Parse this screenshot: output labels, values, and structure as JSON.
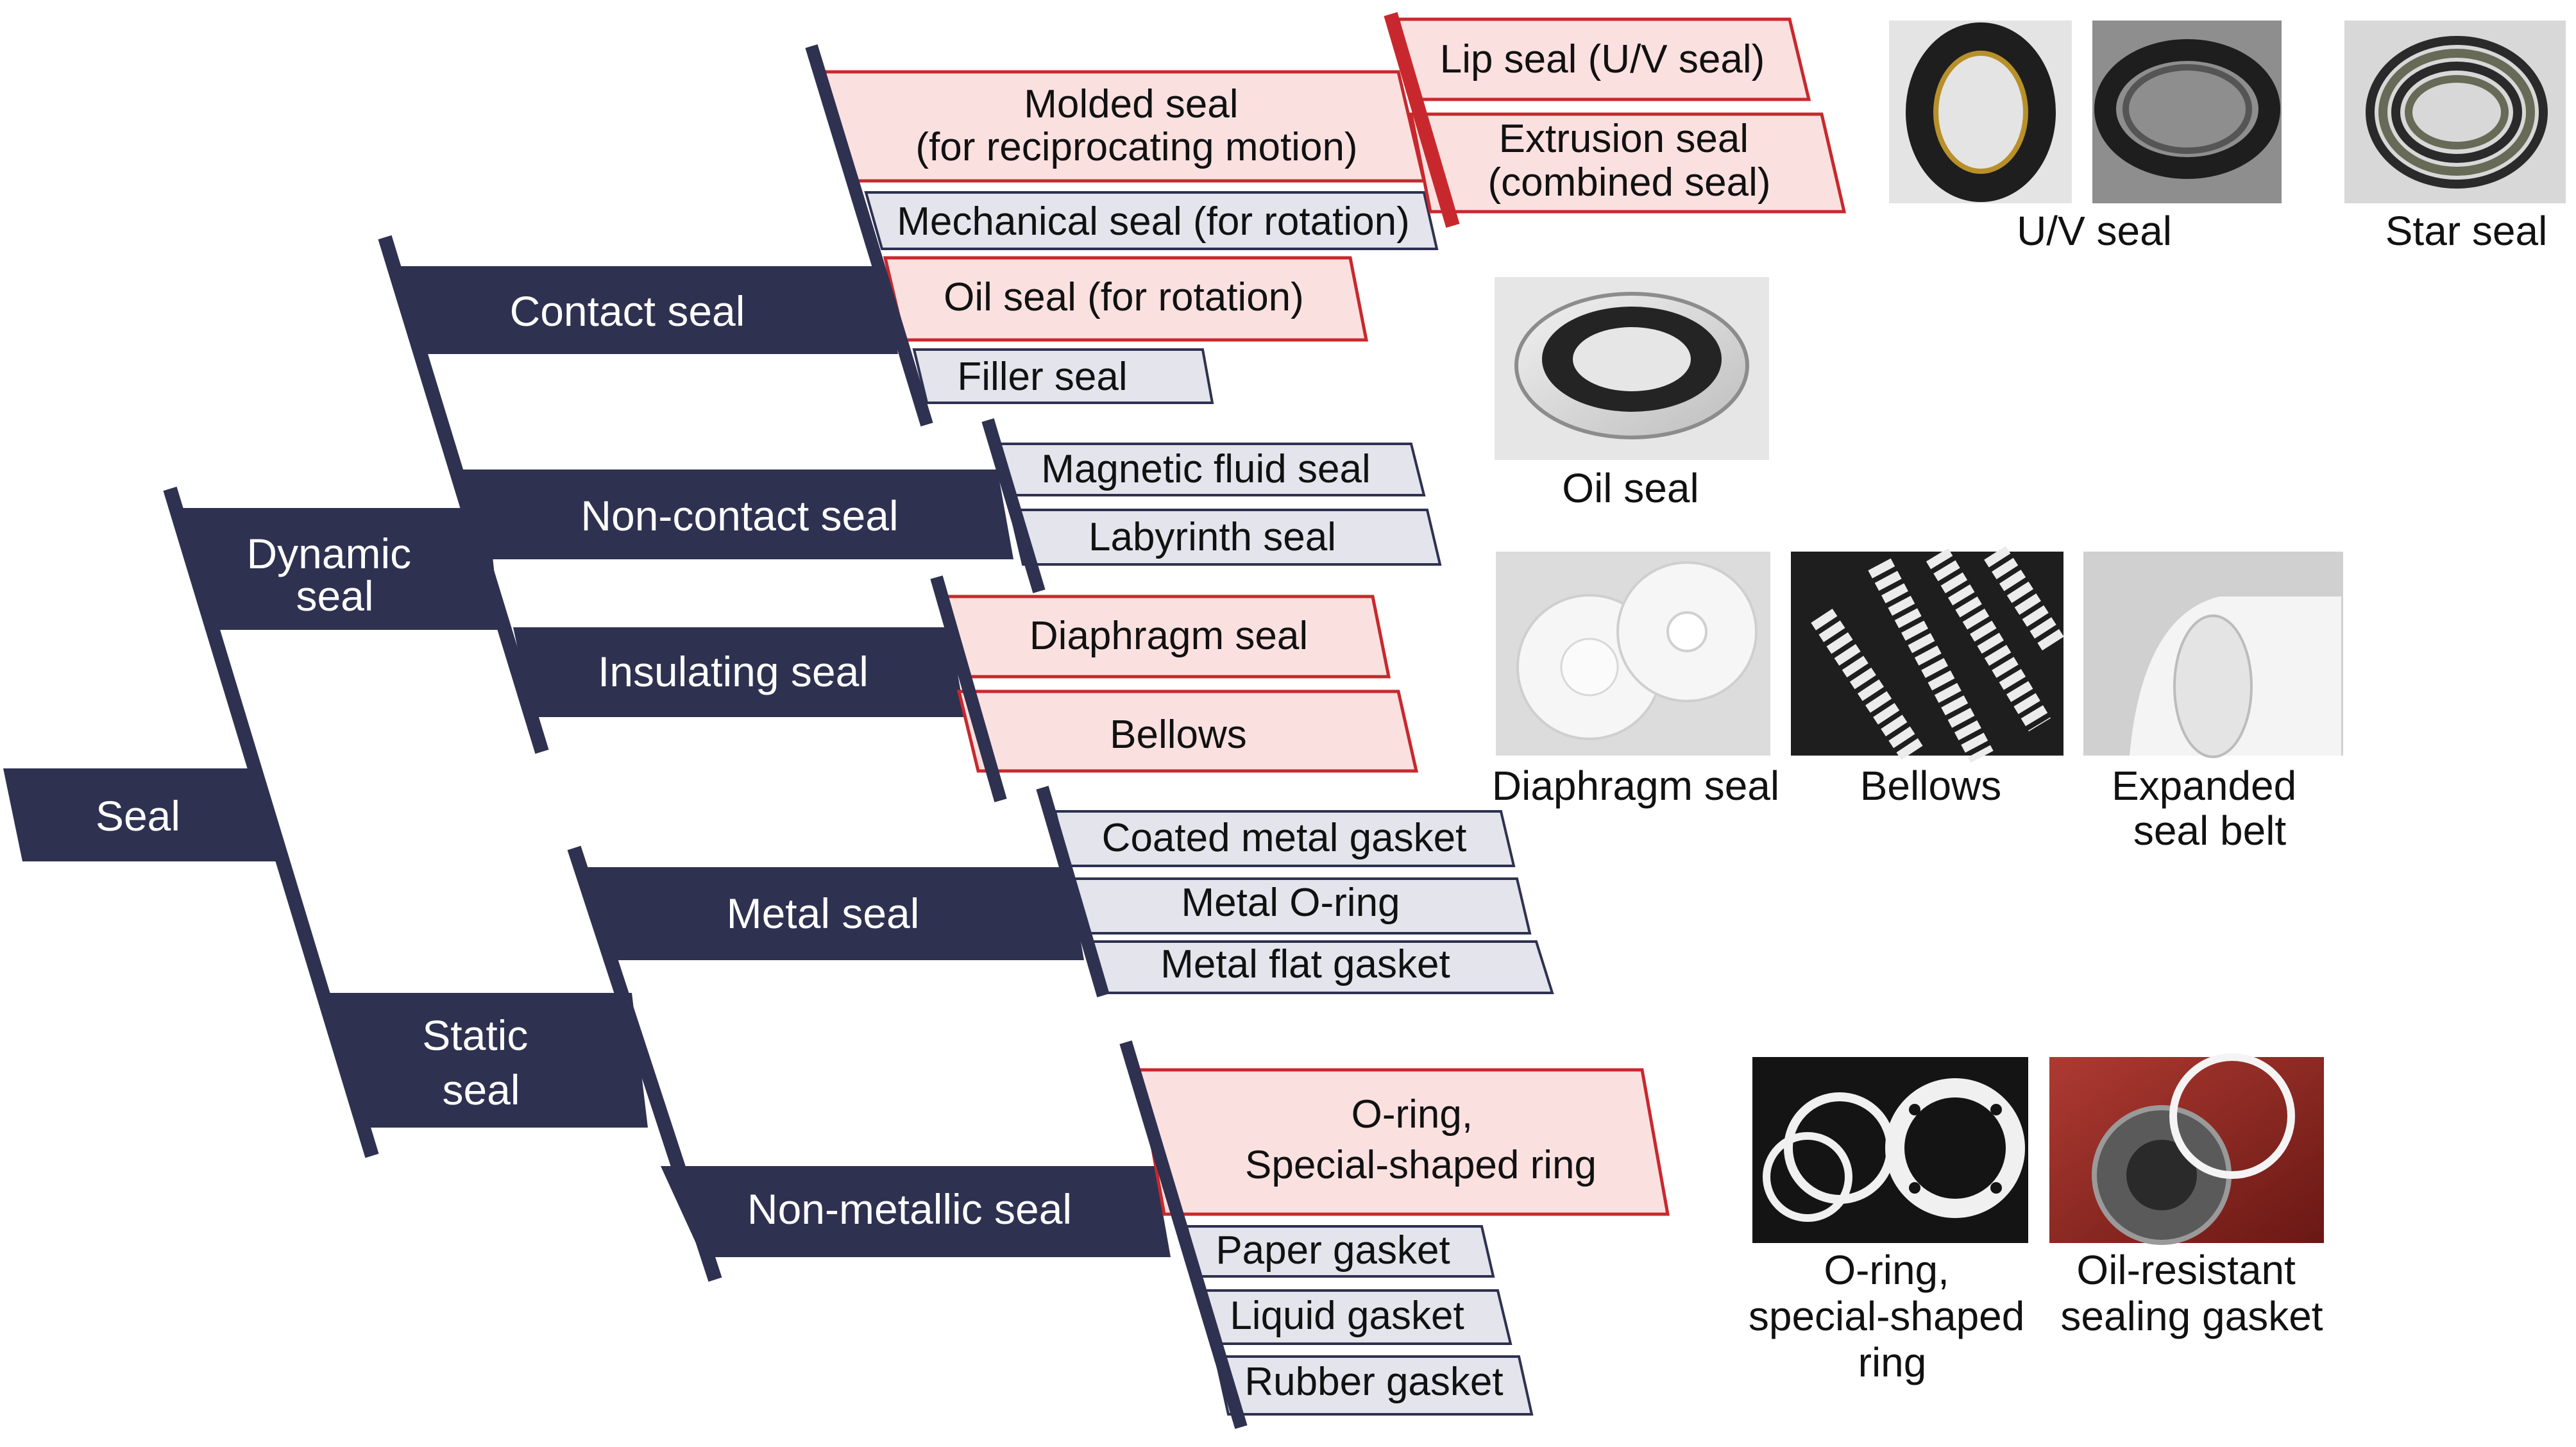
{
  "tree": {
    "root": "Seal",
    "level1": {
      "dynamic": "Dynamic seal",
      "static": "Static seal"
    },
    "level2": {
      "contact": "Contact seal",
      "non_contact": "Non-contact seal",
      "insulating": "Insulating seal",
      "metal": "Metal seal",
      "non_metallic": "Non-metallic seal"
    },
    "leaves": {
      "molded": [
        "Molded seal",
        "(for reciprocating motion)"
      ],
      "mechanical": "Mechanical seal (for rotation)",
      "oil": "Oil seal (for rotation)",
      "filler": "Filler seal",
      "lip": "Lip seal (U/V seal)",
      "extrusion": [
        "Extrusion seal",
        "(combined seal)"
      ],
      "magnetic": "Magnetic fluid seal",
      "labyrinth": "Labyrinth seal",
      "diaphragm": "Diaphragm seal",
      "bellows": "Bellows",
      "coated": "Coated metal gasket",
      "metal_oring": "Metal O-ring",
      "metal_flat": "Metal flat gasket",
      "oring": [
        "O-ring,",
        "Special-shaped ring"
      ],
      "paper": "Paper gasket",
      "liquid": "Liquid gasket",
      "rubber": "Rubber gasket"
    }
  },
  "photos": {
    "uv_seal": "U/V seal",
    "star_seal": "Star seal",
    "oil_seal": "Oil seal",
    "diaphragm": "Diaphragm seal",
    "bellows": "Bellows",
    "expanded": [
      "Expanded",
      "seal belt"
    ],
    "oring": [
      "O-ring,",
      "special-shaped",
      "ring"
    ],
    "oil_resistant": [
      "Oil-resistant",
      "sealing gasket"
    ]
  },
  "colors": {
    "dark_box": "#2e3150",
    "light_box": "#e3e4ec",
    "light_stroke": "#2e3150",
    "red_box": "#fbe0e0",
    "red_stroke": "#c8282d"
  }
}
